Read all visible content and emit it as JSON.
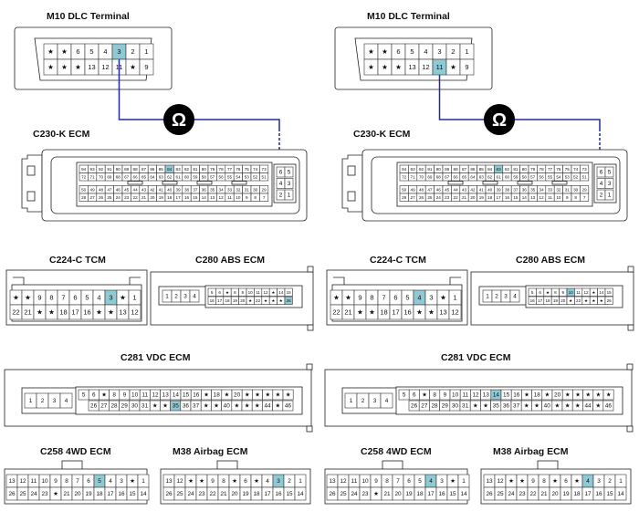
{
  "panels": [
    {
      "dlc": {
        "title": "M10 DLC Terminal",
        "row1": [
          "★",
          "★",
          "6",
          "5",
          "4",
          "3",
          "2",
          "1"
        ],
        "row2": [
          "★",
          "★",
          "★",
          "13",
          "12",
          "11",
          "★",
          "9"
        ],
        "highlight": "3"
      },
      "ohm_symbol": "Ω",
      "ecm": {
        "title": "C230-K ECM",
        "highlight": "84"
      },
      "tcm": {
        "title": "C224-C TCM",
        "highlight": "3"
      },
      "abs": {
        "title": "C280 ABS ECM",
        "highlight": "26"
      },
      "vdc": {
        "title": "C281 VDC ECM",
        "highlight": "35"
      },
      "fourwd": {
        "title": "C258 4WD ECM",
        "highlight": "5"
      },
      "airbag": {
        "title": "M38 Airbag ECM",
        "highlight": "3"
      }
    },
    {
      "dlc": {
        "title": "M10 DLC Terminal",
        "row1": [
          "★",
          "★",
          "6",
          "5",
          "4",
          "3",
          "2",
          "1"
        ],
        "row2": [
          "★",
          "★",
          "★",
          "13",
          "12",
          "11",
          "★",
          "9"
        ],
        "highlight": "11"
      },
      "ohm_symbol": "Ω",
      "ecm": {
        "title": "C230-K ECM",
        "highlight": "83"
      },
      "tcm": {
        "title": "C224-C TCM",
        "highlight": "4"
      },
      "abs": {
        "title": "C280 ABS ECM",
        "highlight": "10"
      },
      "vdc": {
        "title": "C281 VDC ECM",
        "highlight": "14"
      },
      "fourwd": {
        "title": "C258 4WD ECM",
        "highlight": "4"
      },
      "airbag": {
        "title": "M38 Airbag ECM",
        "highlight": "4"
      }
    }
  ],
  "pinouts": {
    "ecm_main": [
      [
        "94",
        "93",
        "92",
        "91",
        "90",
        "89",
        "88",
        "87",
        "86",
        "85",
        "84",
        "83",
        "82",
        "81",
        "80",
        "79",
        "78",
        "77",
        "76",
        "75",
        "74",
        "73"
      ],
      [
        "72",
        "71",
        "70",
        "69",
        "68",
        "67",
        "66",
        "65",
        "64",
        "63",
        "62",
        "61",
        "60",
        "59",
        "58",
        "57",
        "56",
        "55",
        "54",
        "53",
        "52",
        "51"
      ],
      [
        "50",
        "49",
        "48",
        "47",
        "46",
        "45",
        "44",
        "43",
        "42",
        "41",
        "40",
        "39",
        "38",
        "37",
        "36",
        "35",
        "34",
        "33",
        "32",
        "31",
        "30",
        "29"
      ],
      [
        "28",
        "27",
        "26",
        "25",
        "24",
        "23",
        "22",
        "21",
        "20",
        "19",
        "18",
        "17",
        "16",
        "15",
        "14",
        "13",
        "12",
        "11",
        "10",
        "9",
        "8",
        "7"
      ]
    ],
    "ecm_side": [
      [
        "6",
        "5"
      ],
      [
        "4",
        "3"
      ],
      [
        "2",
        "1"
      ]
    ],
    "tcm": [
      [
        "★",
        "★",
        "9",
        "8",
        "7",
        "6",
        "5",
        "4",
        "3",
        "★",
        "1"
      ],
      [
        "22",
        "21",
        "★",
        "★",
        "18",
        "17",
        "16",
        "★",
        "★",
        "13",
        "12"
      ]
    ],
    "abs_left": [
      "1",
      "2",
      "3",
      "4"
    ],
    "abs_row1": [
      "5",
      "6",
      "★",
      "8",
      "9",
      "10",
      "11",
      "12",
      "★",
      "14",
      "15"
    ],
    "abs_row2": [
      "16",
      "17",
      "18",
      "19",
      "20",
      "★",
      "22",
      "★",
      "★",
      "★",
      "26"
    ],
    "vdc_left": [
      "1",
      "2",
      "3",
      "4"
    ],
    "vdc_row1": [
      "5",
      "6",
      "★",
      "8",
      "9",
      "10",
      "11",
      "12",
      "13",
      "14",
      "15",
      "16",
      "★",
      "18",
      "★",
      "20",
      "★",
      "★",
      "★",
      "★",
      "★"
    ],
    "vdc_row2": [
      "26",
      "27",
      "28",
      "29",
      "30",
      "31",
      "★",
      "★",
      "35",
      "36",
      "37",
      "★",
      "★",
      "40",
      "★",
      "★",
      "★",
      "44",
      "★",
      "46"
    ],
    "fourwd": [
      [
        "13",
        "12",
        "11",
        "10",
        "9",
        "8",
        "7",
        "6",
        "5",
        "4",
        "3",
        "★",
        "1"
      ],
      [
        "26",
        "25",
        "24",
        "23",
        "★",
        "21",
        "20",
        "19",
        "18",
        "17",
        "16",
        "15",
        "14"
      ]
    ],
    "airbag": [
      [
        "13",
        "12",
        "★",
        "★",
        "9",
        "8",
        "★",
        "6",
        "★",
        "4",
        "3",
        "2",
        "1"
      ],
      [
        "26",
        "25",
        "24",
        "23",
        "22",
        "21",
        "20",
        "19",
        "18",
        "17",
        "16",
        "15",
        "14"
      ]
    ]
  }
}
